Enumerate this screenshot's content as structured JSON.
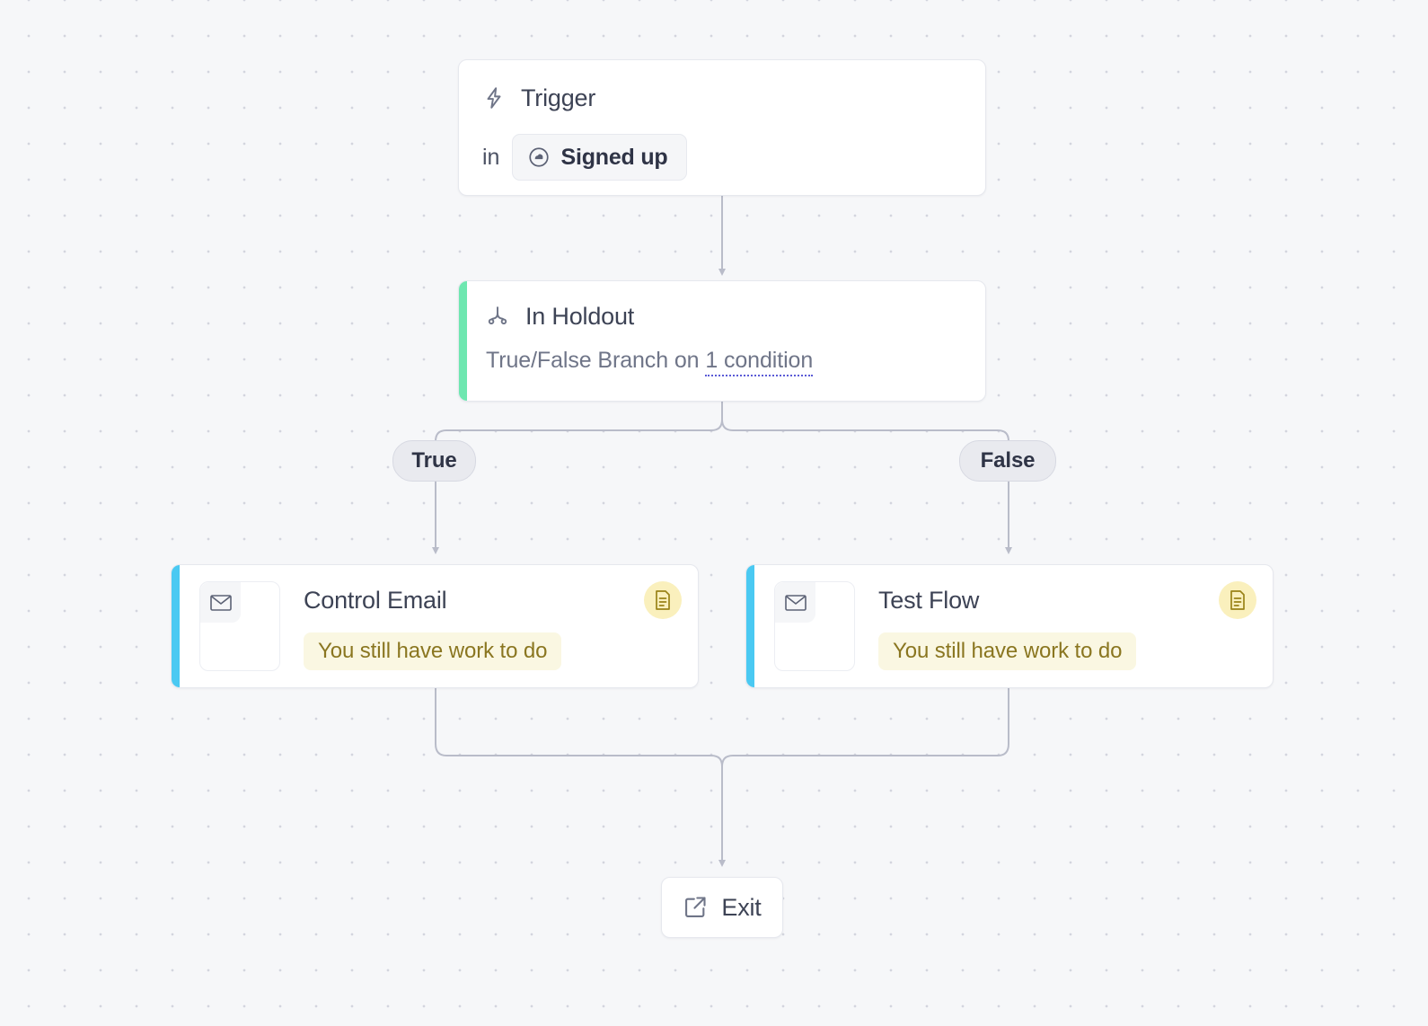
{
  "canvas": {
    "background_color": "#f6f7f9",
    "dot_color": "#d3d5de",
    "edge_color": "#b9bcc9"
  },
  "nodes": {
    "trigger": {
      "icon": "lightning-bolt-icon",
      "title": "Trigger",
      "preposition": "in",
      "chip": {
        "icon": "segment-cloud-icon",
        "label": "Signed up"
      }
    },
    "holdout": {
      "icon": "branch-fork-icon",
      "title": "In Holdout",
      "subtitle_prefix": "True/False Branch on ",
      "subtitle_link": "1 condition",
      "accent_color": "#6ee7b0"
    },
    "branches": {
      "true_label": "True",
      "false_label": "False"
    },
    "control_email": {
      "icon": "envelope-icon",
      "title": "Control Email",
      "warning": "You still have work to do",
      "badge_icon": "document-icon",
      "accent_color": "#4ac9f2"
    },
    "test_flow": {
      "icon": "envelope-icon",
      "title": "Test Flow",
      "warning": "You still have work to do",
      "badge_icon": "document-icon",
      "accent_color": "#4ac9f2"
    },
    "exit": {
      "icon": "external-link-icon",
      "label": "Exit"
    }
  }
}
